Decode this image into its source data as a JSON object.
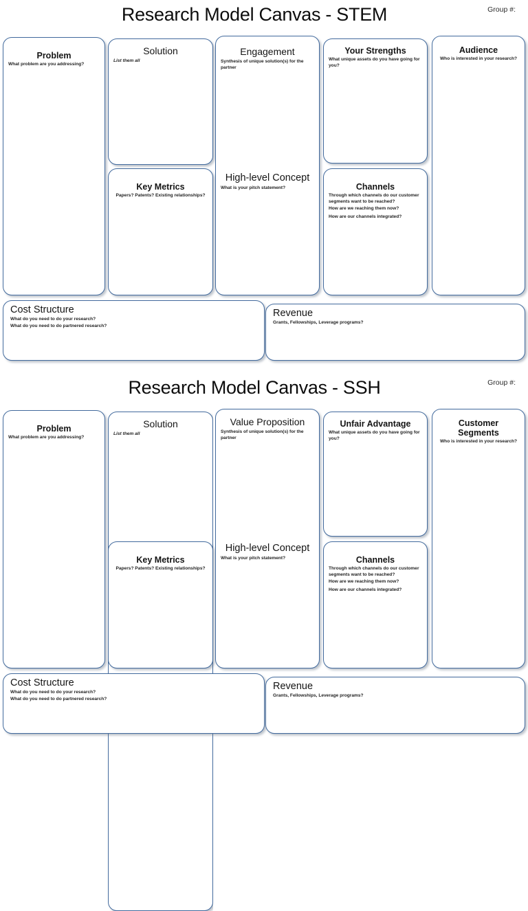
{
  "canvases": [
    {
      "id": "stem",
      "title": "Research Model Canvas - STEM",
      "group_label": "Group #:",
      "cells": {
        "problem": {
          "title": "Problem",
          "sub1": "What problem are you addressing?"
        },
        "solution": {
          "title": "Solution",
          "sub1": "List them all"
        },
        "key_metrics": {
          "title": "Key Metrics",
          "sub1": "Papers? Patents? Existing relationships?"
        },
        "center_top": {
          "title": "Engagement",
          "sub1": "Synthesis of unique solution(s) for the partner"
        },
        "center_bottom": {
          "title": "High-level Concept",
          "sub1": "What is your pitch statement?"
        },
        "advantage": {
          "title": "Your Strengths",
          "sub1": "What unique assets do you have going for you?"
        },
        "channels": {
          "title": "Channels",
          "sub1": "Through which channels do our customer segments want to be reached?",
          "sub2": "How are we reaching them now?",
          "sub3": "How are our channels integrated?"
        },
        "segments": {
          "title": "Audience",
          "sub1": "Who is interested in your research?"
        },
        "cost": {
          "title": "Cost Structure",
          "sub1": "What do you need to do your research?",
          "sub2": "What do you need to do partnered research?"
        },
        "revenue": {
          "title": "Revenue",
          "sub1": "Grants, Fellowships, Leverage programs?"
        }
      }
    },
    {
      "id": "ssh",
      "title": "Research Model Canvas - SSH",
      "group_label": "Group #:",
      "cells": {
        "problem": {
          "title": "Problem",
          "sub1": "What problem are you addressing?"
        },
        "solution": {
          "title": "Solution",
          "sub1": "List them all"
        },
        "key_metrics": {
          "title": "Key Metrics",
          "sub1": "Papers? Patents? Existing relationships?"
        },
        "center_top": {
          "title": "Value Proposition",
          "sub1": "Synthesis of unique solution(s) for the partner"
        },
        "center_bottom": {
          "title": "High-level Concept",
          "sub1": "What is your pitch statement?"
        },
        "advantage": {
          "title": "Unfair Advantage",
          "sub1": "What unique assets do you have going for you?"
        },
        "channels": {
          "title": "Channels",
          "sub1": "Through which channels do our customer segments want to be reached?",
          "sub2": "How are we reaching them now?",
          "sub3": "How are our channels integrated?"
        },
        "segments": {
          "title": "Customer Segments",
          "sub1": "Who is interested in your research?"
        },
        "cost": {
          "title": "Cost Structure",
          "sub1": "What do you need to do your research?",
          "sub2": "What do you need to do partnered research?"
        },
        "revenue": {
          "title": "Revenue",
          "sub1": "Grants, Fellowships, Leverage programs?"
        }
      }
    }
  ],
  "style": {
    "border_color": "#41699c",
    "page_background": "#ffffff",
    "text_color": "#141414"
  }
}
